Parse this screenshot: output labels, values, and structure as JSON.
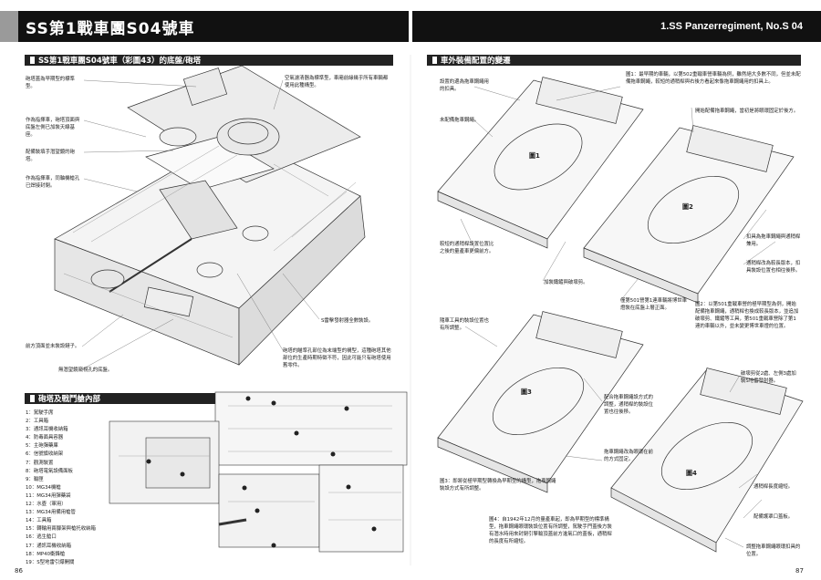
{
  "header": {
    "left_title": "SS第1戰車團S04號車",
    "right_title": "1.SS Panzerregiment, No.S 04"
  },
  "sections": {
    "turret_title": "SS第1戰車團S04號車（彩圖43）的底盤/砲塔",
    "interior_title": "砲塔及戰鬥艙內部",
    "external_title": "車外裝備配置的變遷"
  },
  "left_notes": [
    "砲塔蓋為早期型的標準型。",
    "作為指揮車，砲塔頂面與底盤左側已加裝天線基座。",
    "配備裝填手潛望鏡的砲塔。",
    "作為指揮車，同軸機槍孔已焊接封閉。",
    "空氣濾清器為標準型，車廂前緣幾乎所有車輛都使用此種構型。",
    "S雷擊發射器全數裝設。",
    "前方頂面並未裝設鏈子。",
    "無潛望鏡窺視孔的底盤。",
    "砲塔的瞄準孔部位為末端型的構型，這種砲塔其他部位的生產時期特徵不符，因此可能只有砲塔使用舊零件。"
  ],
  "interior_list": [
    "1：駕駛手席",
    "2：工具箱",
    "3：通訊耳機收納箱",
    "4：防毒面具容器",
    "5：主砲彈藥庫",
    "6：信號旗收納架",
    "7：觀測裝置",
    "8：砲塔電氣設備面板",
    "9：輸匣",
    "10：MG34機槍",
    "11：MG34用彈藥袋",
    "12：水壺（軍用）",
    "13：MG34用備用槍管",
    "14：工具箱",
    "15：轉輪用兩腳架與槍托收納箱",
    "16：逃生艙口",
    "17：通訊耳機收納箱",
    "18：MP40衝鋒槍",
    "19：S型地雷引爆開關"
  ],
  "figure_labels": [
    "圖1",
    "圖2",
    "圖3",
    "圖4"
  ],
  "right_notes": [
    "設置約邊為拖車鋼繩用的扣具。",
    "未配備拖車鋼繩。",
    "圖1：最早期的車輛，以第502重戰車營車輛為例，雖然絕大多數不同，但並未配備拖車鋼繩，較短的通稍桿與右後方看起來像拖車鋼繩用的扣具上。",
    "開始配備拖車鋼繩，當初是將眼環固定於後方。",
    "較短的通稍桿設置位置比之後的量產車更偏前方。",
    "扣具為拖車鋼繩與通稍桿兼用。",
    "通稍桿改為較長版本，扣具裝設位置也相往後移。",
    "加裝鐵鏟與破壞剪。",
    "僅第501營第1連車輛將博世車燈裝在底盤上層正面。",
    "圖2：以第501重戰車營的極早期型為例，開始配備拖車鋼繩，通稍桿也換成較長版本，並追加破壞剪、鐵鏟等工具，第501重戰車營除了第1連的車輛以外，並未變更博世車燈的位置。",
    "隨車工具的裝設位置也有所調整。",
    "配合拖車鋼繩設方式的調整，通稍桿的裝設位置也往後移。",
    "拖車鋼繩改為眼環在前的方式固定。",
    "圖3：即將從極早期型轉換為早期型的構型，拖車鋼繩裝設方式有所調整。",
    "破壞剪從2處、左側3處加裝S地雷發射器。",
    "通稍桿長度縮短。",
    "配備護罩口蓋板。",
    "圖4：自1942年12月的量產車起，即為早期型的標準構型，拖車鋼繩眼環裝設位置有所調整，駕駛手門蓋後方裝有潛水時用來封閉引擎輸頂蓋前方進氣口的蓋板，通稍桿的長度有所縮短。",
    "調整拖車鋼繩眼環扣具的位置。"
  ],
  "page_numbers": {
    "left": "86",
    "right": "87"
  }
}
